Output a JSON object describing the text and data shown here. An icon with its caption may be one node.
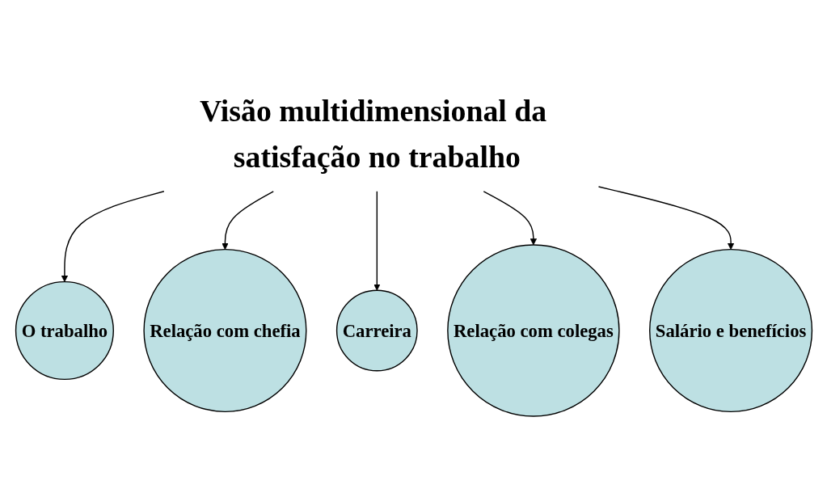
{
  "diagram": {
    "nodes": [
      {
        "text": [
          "O trabalho"
        ]
      },
      {
        "text": [
          "Relação com chefia"
        ]
      },
      {
        "text": [
          "Carreira"
        ]
      },
      {
        "text": [
          "Visão multidimensional da satisfação no trabalho"
        ]
      },
      {
        "text": [
          "Relação com colegas"
        ]
      },
      {
        "text": [
          "Salário e benefícios"
        ]
      }
    ],
    "edges": [
      {
        "from": 3,
        "to": 0,
        "arrow": "to"
      },
      {
        "from": 3,
        "to": 1,
        "arrow": "to"
      },
      {
        "from": 3,
        "to": 2,
        "arrow": "to"
      },
      {
        "from": 3,
        "to": 4,
        "arrow": "to"
      },
      {
        "from": 3,
        "to": 5,
        "arrow": "to"
      }
    ]
  }
}
